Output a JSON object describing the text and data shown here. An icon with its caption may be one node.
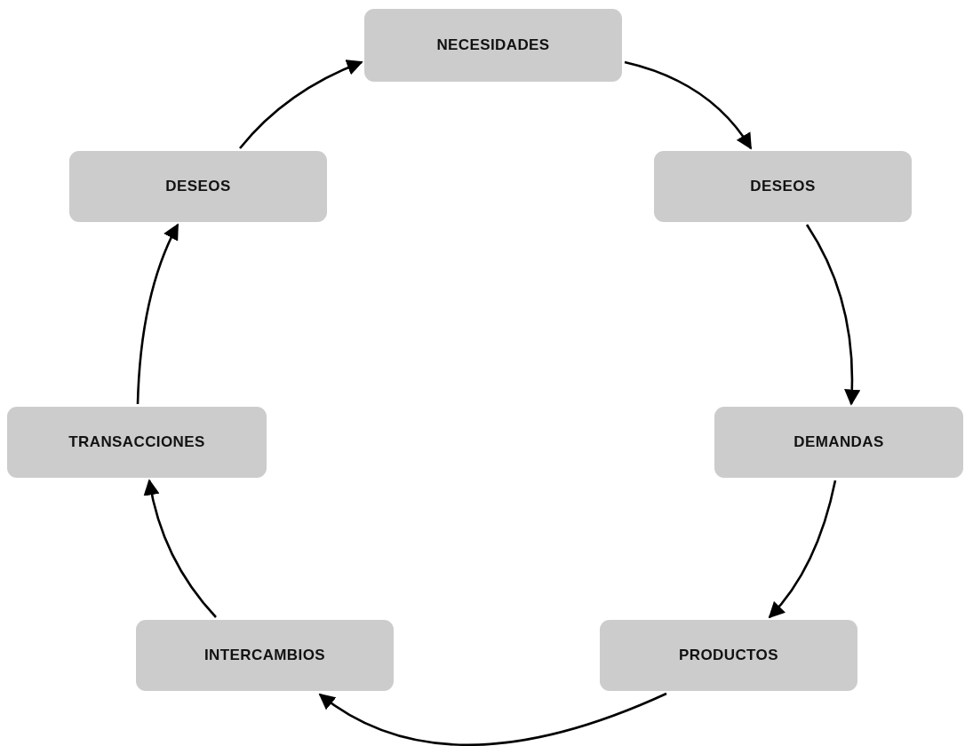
{
  "diagram": {
    "nodes": [
      {
        "text": [
          "NECESIDADES"
        ]
      },
      {
        "text": [
          "DESEOS"
        ]
      },
      {
        "text": [
          "DESEOS"
        ]
      },
      {
        "text": [
          "TRANSACCIONES"
        ]
      },
      {
        "text": [
          "DEMANDAS"
        ]
      },
      {
        "text": [
          "INTERCAMBIOS"
        ]
      },
      {
        "text": [
          "PRODUCTOS"
        ]
      }
    ],
    "edges": [
      {
        "from": 0,
        "to": 2,
        "arrow": "to"
      },
      {
        "from": 2,
        "to": 4,
        "arrow": "to"
      },
      {
        "from": 4,
        "to": 6,
        "arrow": "to"
      },
      {
        "from": 6,
        "to": 5,
        "arrow": "to"
      },
      {
        "from": 5,
        "to": 3,
        "arrow": "to"
      },
      {
        "from": 3,
        "to": 1,
        "arrow": "to"
      },
      {
        "from": 1,
        "to": 0,
        "arrow": "to"
      }
    ]
  }
}
